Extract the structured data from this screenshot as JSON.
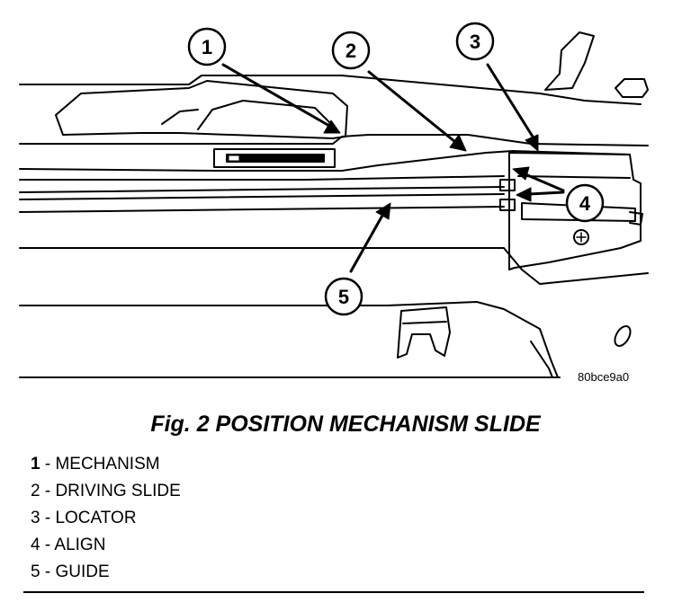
{
  "figure": {
    "title": "Fig. 2 POSITION MECHANISM SLIDE",
    "image_code": "80bce9a0"
  },
  "callouts": [
    "1",
    "2",
    "3",
    "4",
    "5"
  ],
  "legend": [
    {
      "num": "1",
      "label": " - MECHANISM"
    },
    {
      "num": "2",
      "label": " - DRIVING SLIDE"
    },
    {
      "num": "3",
      "label": " - LOCATOR"
    },
    {
      "num": "4",
      "label": " - ALIGN"
    },
    {
      "num": "5",
      "label": " - GUIDE"
    }
  ],
  "colors": {
    "line": "#000000",
    "background": "#ffffff"
  }
}
